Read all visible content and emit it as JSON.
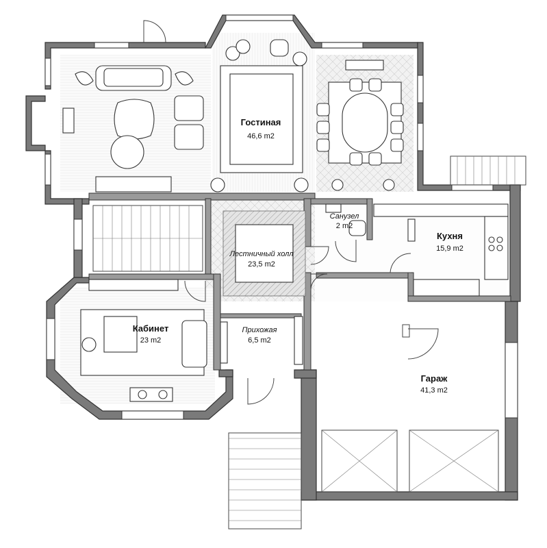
{
  "rooms": {
    "living": {
      "name": "Гостиная",
      "area": "46,6 m2"
    },
    "wc": {
      "name": "Санузел",
      "area": "2 m2"
    },
    "kitchen": {
      "name": "Кухня",
      "area": "15,9 m2"
    },
    "hall": {
      "name": "Лестничный холл",
      "area": "23,5 m2"
    },
    "office": {
      "name": "Кабинет",
      "area": "23 m2"
    },
    "entry": {
      "name": "Прихожая",
      "area": "6,5 m2"
    },
    "garage": {
      "name": "Гараж",
      "area": "41,3 m2"
    }
  },
  "colors": {
    "wall": "#7a7a7a",
    "floor_tile": "#e8e8e8",
    "line": "#333333"
  }
}
